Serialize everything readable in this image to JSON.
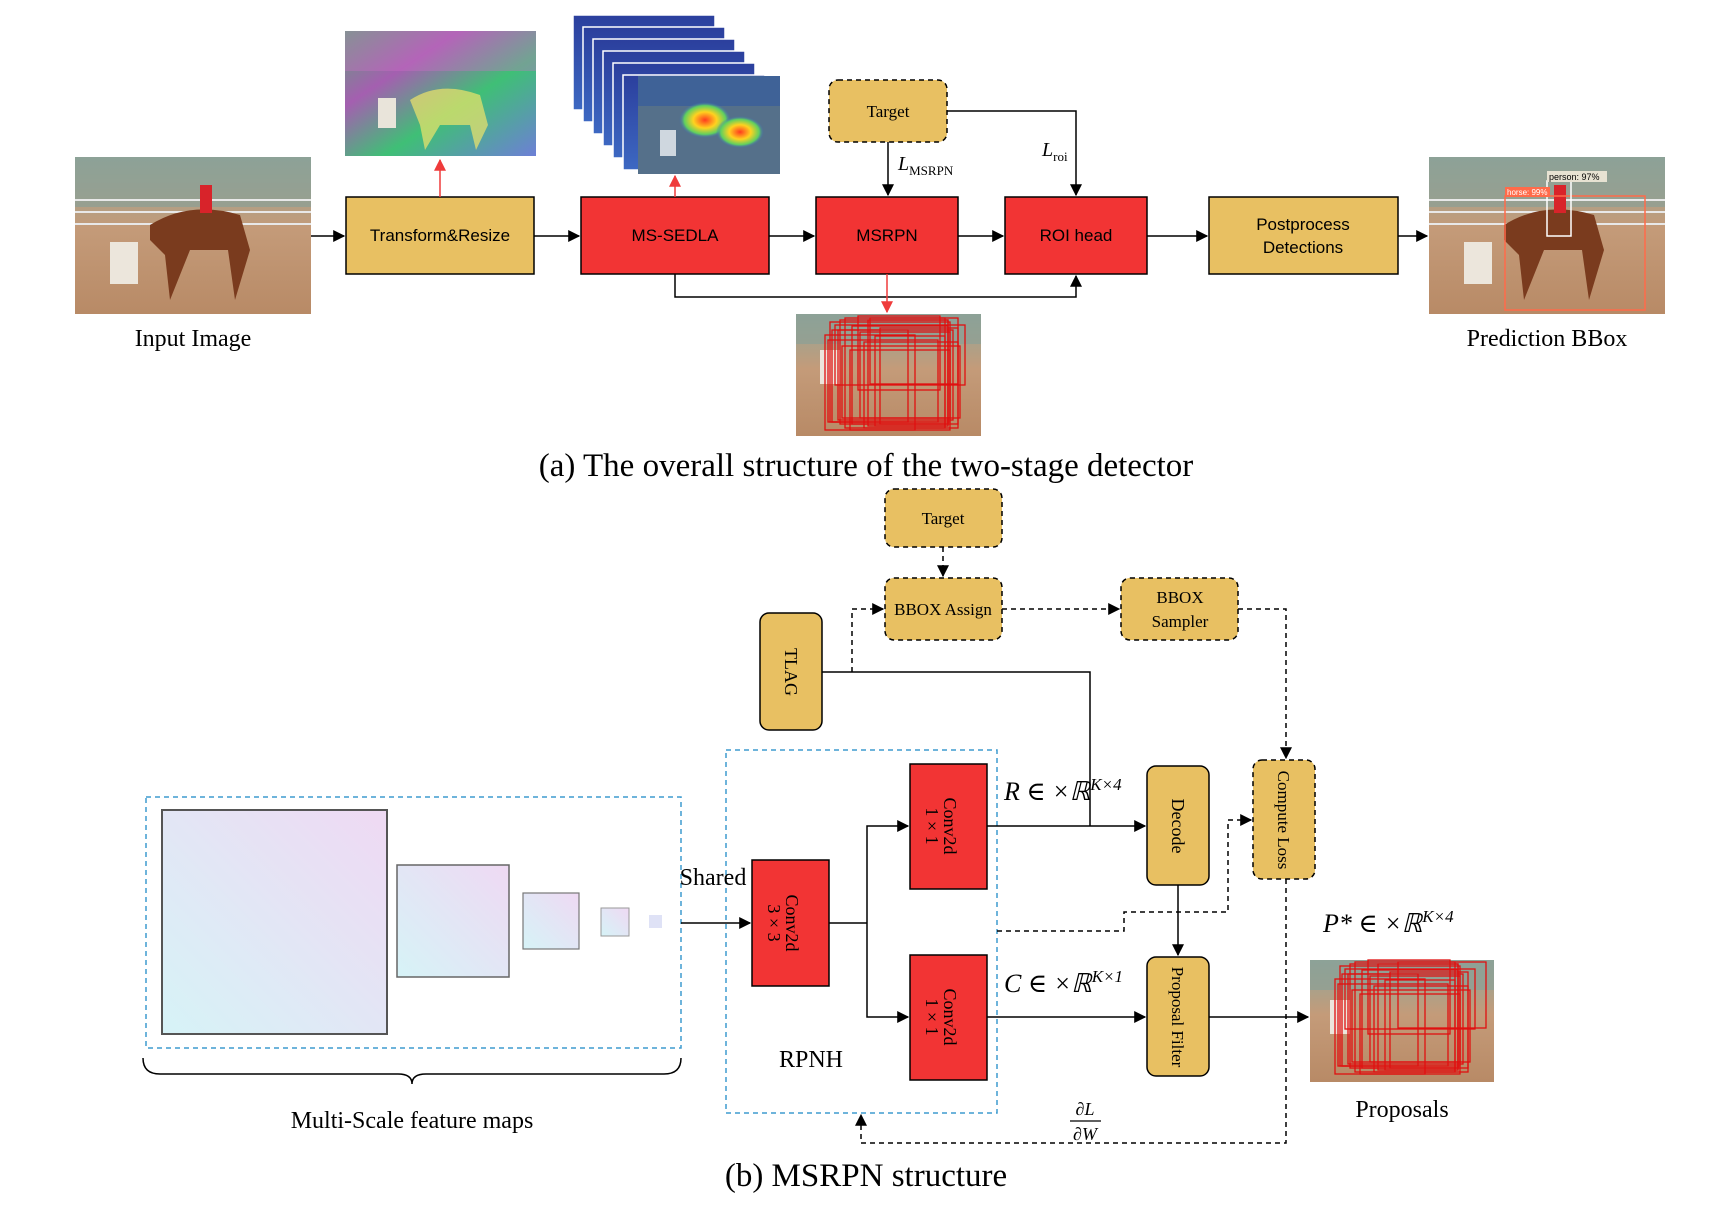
{
  "colors": {
    "red_block": "#f23434",
    "tan_block": "#e8c062",
    "dashed_group": "#3f9bcf",
    "black": "#000000",
    "red_arrow": "#ef3b3b"
  },
  "part_a": {
    "caption": "(a) The overall structure of the two-stage detector",
    "input_label": "Input Image",
    "output_label": "Prediction BBox",
    "blocks": {
      "transform": "Transform&Resize",
      "ms_sedla": "MS-SEDLA",
      "msrpn": "MSRPN",
      "roi_head": "ROI head",
      "postprocess_line1": "Postprocess",
      "postprocess_line2": "Detections",
      "target": "Target"
    },
    "loss_msrpn_main": "L",
    "loss_msrpn_sub": "MSRPN",
    "loss_roi_main": "L",
    "loss_roi_sub": "roi",
    "detections": {
      "person_label": "person: 97%",
      "horse_label": "horse: 99%"
    }
  },
  "part_b": {
    "caption": "(b) MSRPN structure",
    "feature_maps_label": "Multi-Scale feature maps",
    "shared_label": "Shared",
    "rpnh_label": "RPNH",
    "proposals_label": "Proposals",
    "blocks": {
      "target": "Target",
      "bbox_assign": "BBOX Assign",
      "bbox_sampler_line1": "BBOX",
      "bbox_sampler_line2": "Sampler",
      "tlag": "TLAG",
      "conv3_line1": "Conv2d",
      "conv3_line2": "3 × 3",
      "conv1_top_line1": "Conv2d",
      "conv1_top_line2": "1 × 1",
      "conv1_bot_line1": "Conv2d",
      "conv1_bot_line2": "1 × 1",
      "decode": "Decode",
      "compute_loss": "Compute Loss",
      "proposal_filter": "Proposal Filter"
    },
    "math": {
      "r_eq": "R ∈ ×ℝ",
      "r_sup": "K×4",
      "c_eq": "C ∈ ×ℝ",
      "c_sup": "K×1",
      "p_eq": "P* ∈ ×ℝ",
      "p_sup": "K×4",
      "grad_num": "∂L",
      "grad_den": "∂W"
    }
  }
}
